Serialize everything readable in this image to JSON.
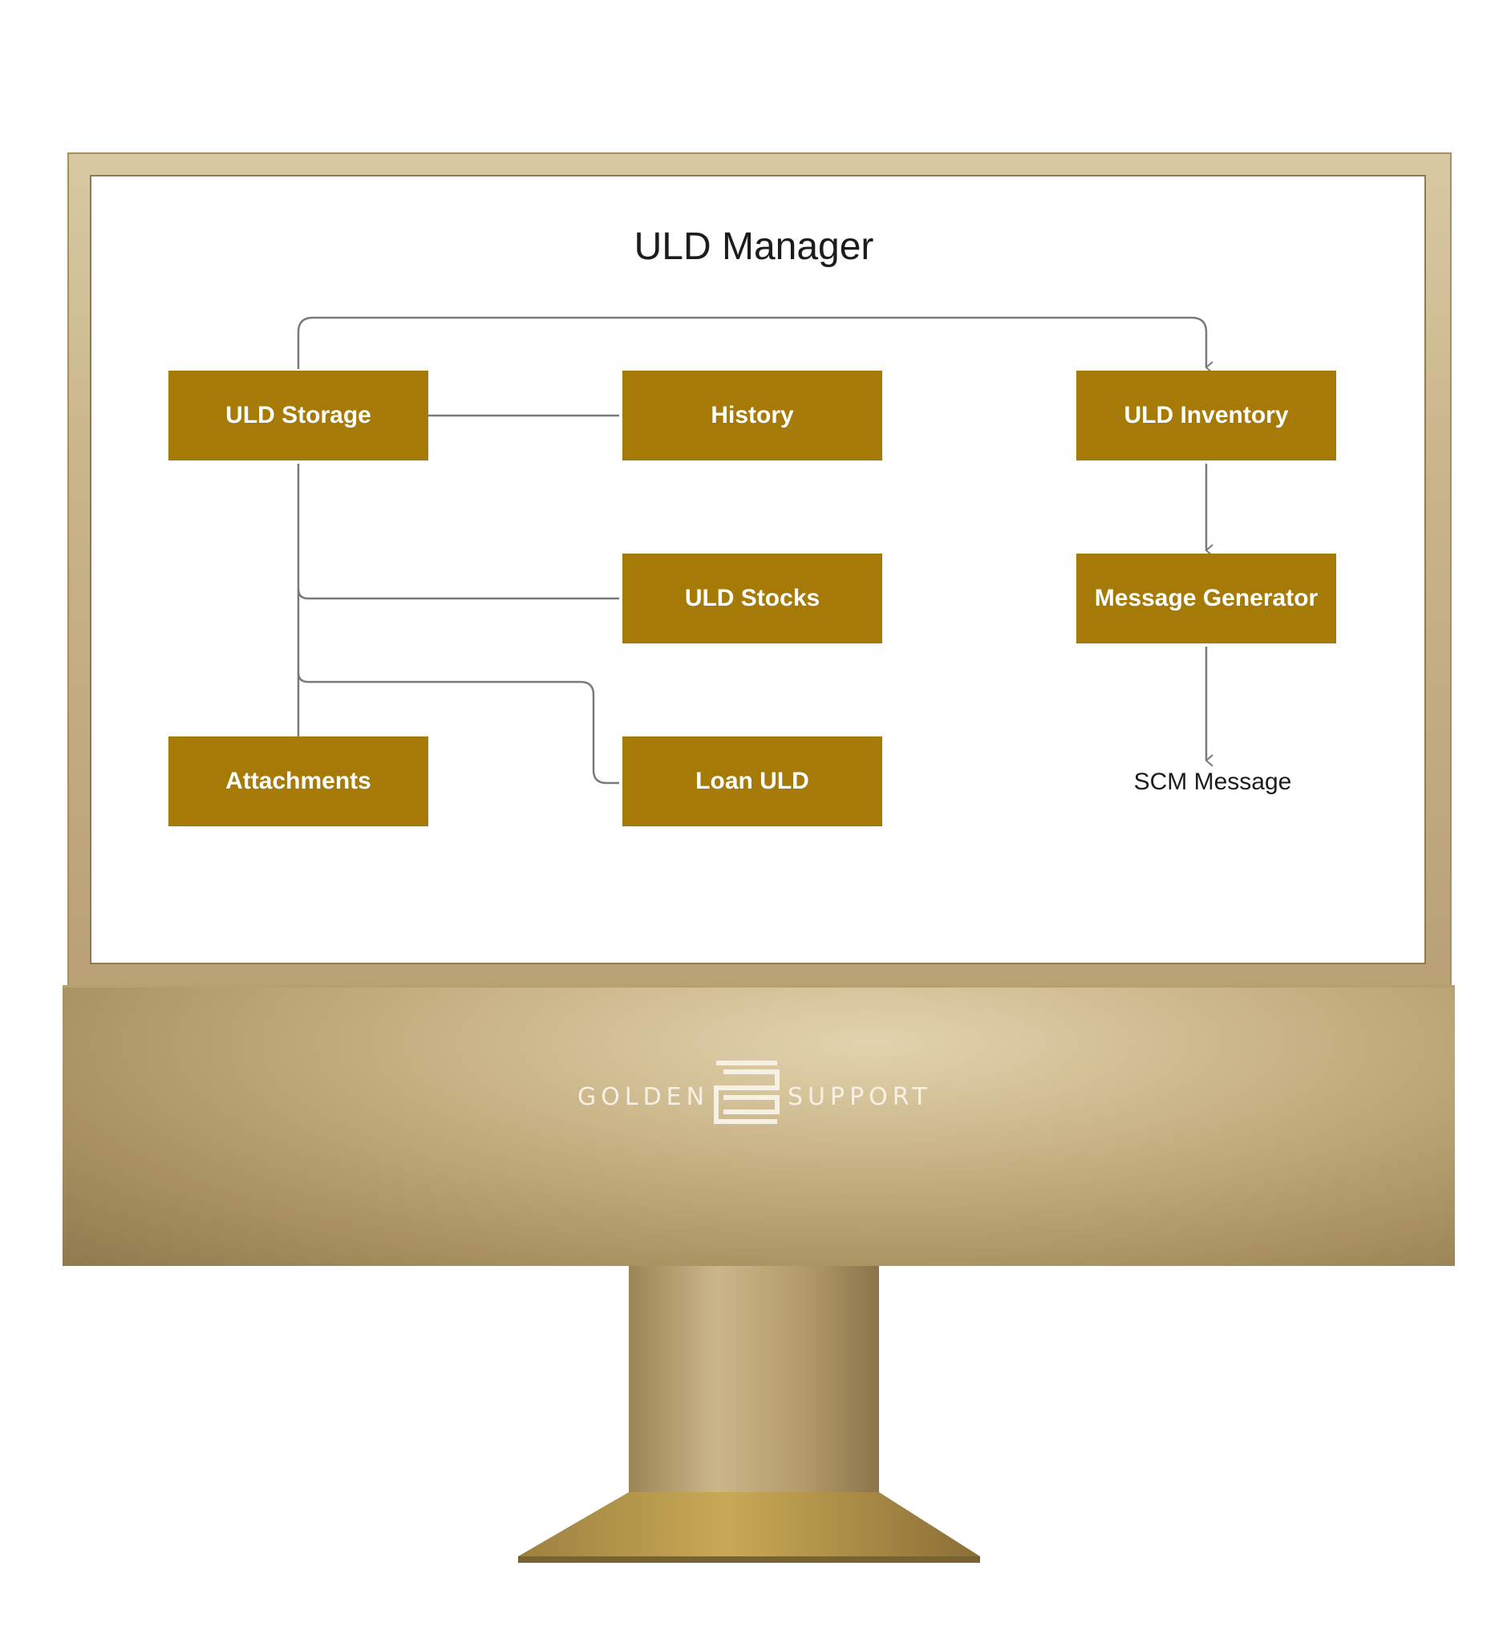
{
  "diagram": {
    "title": "ULD Manager",
    "nodes": {
      "uld_storage": "ULD Storage",
      "history": "History",
      "uld_inventory": "ULD Inventory",
      "uld_stocks": "ULD Stocks",
      "message_generator": "Message Generator",
      "attachments": "Attachments",
      "loan_uld": "Loan ULD",
      "scm_message": "SCM Message"
    },
    "edges": [
      {
        "from": "ULD Storage",
        "to": "ULD Inventory",
        "arrow": true
      },
      {
        "from": "ULD Storage",
        "to": "History",
        "arrow": false
      },
      {
        "from": "ULD Storage",
        "to": "ULD Stocks",
        "arrow": false
      },
      {
        "from": "ULD Storage",
        "to": "Loan ULD",
        "arrow": false
      },
      {
        "from": "ULD Storage",
        "to": "Attachments",
        "arrow": false
      },
      {
        "from": "ULD Inventory",
        "to": "Message Generator",
        "arrow": true
      },
      {
        "from": "Message Generator",
        "to": "SCM Message",
        "arrow": true
      }
    ]
  },
  "branding": {
    "logo_left": "GOLDEN",
    "logo_right": "SUPPORT"
  },
  "colors": {
    "node_fill": "#a67a06",
    "node_text": "#ffffff",
    "connector": "#7a7a7a",
    "monitor_gold": "#c9b488"
  }
}
